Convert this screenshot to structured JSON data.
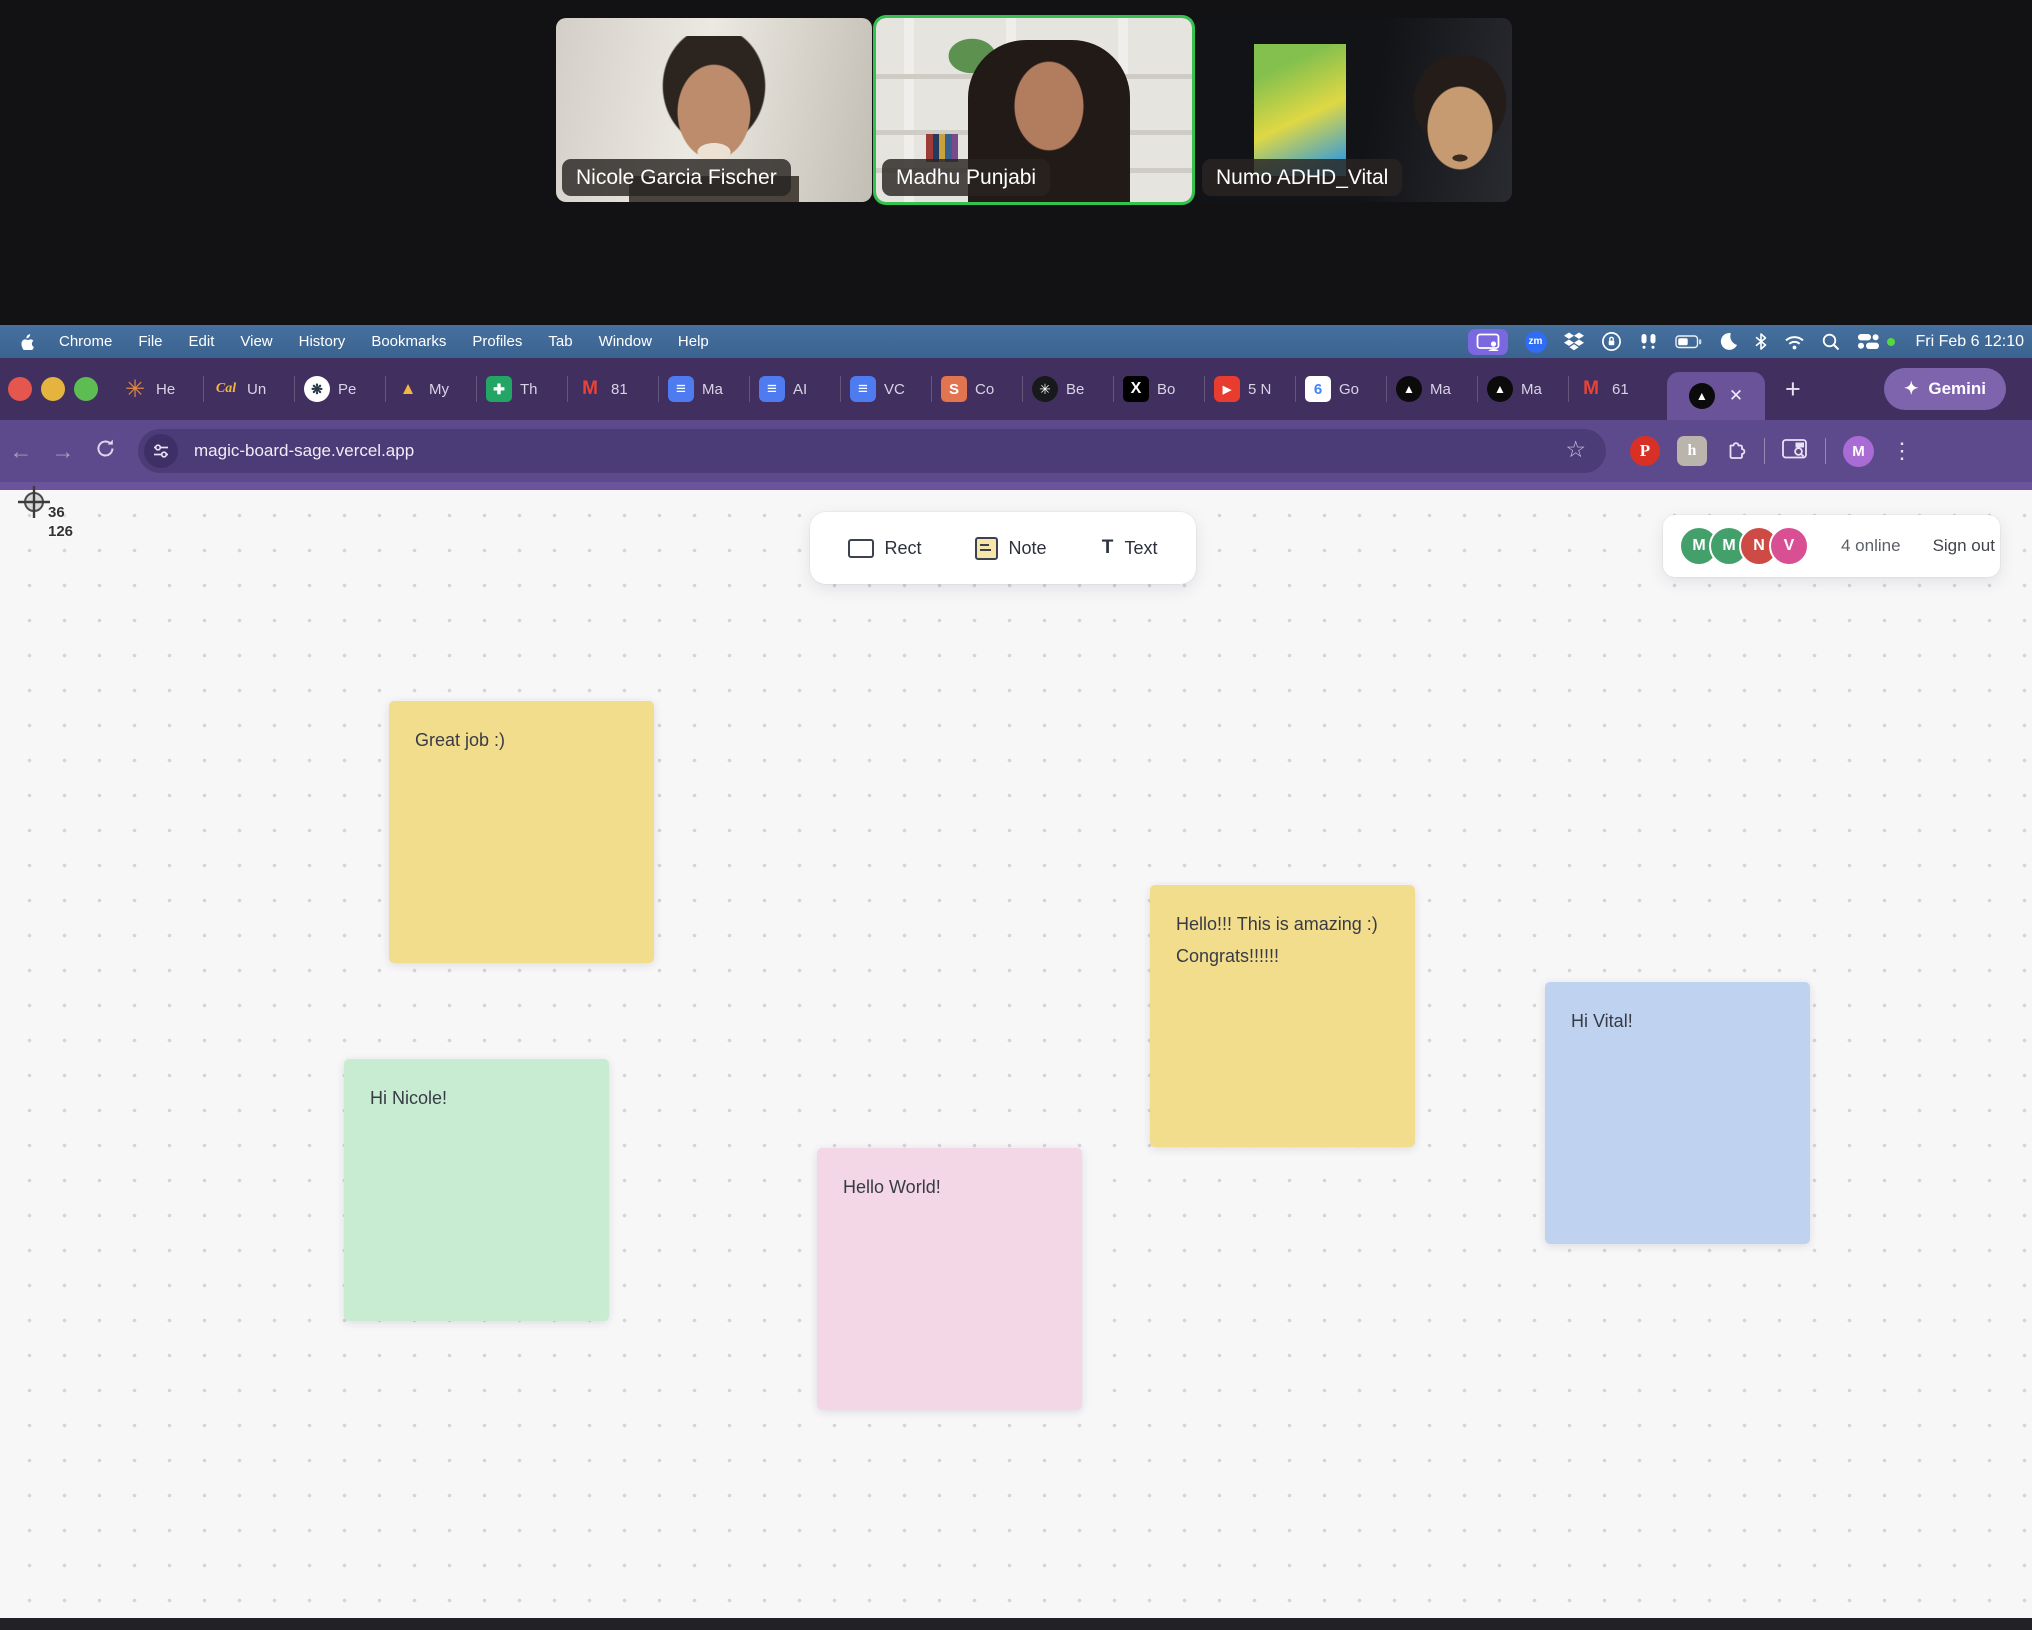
{
  "zoom_call": {
    "participants": [
      {
        "name": "Nicole Garcia Fischer",
        "classes": "tile-nicole"
      },
      {
        "name": "Madhu Punjabi",
        "classes": "tile-madhu active"
      },
      {
        "name": "Numo ADHD_Vital",
        "classes": "tile-numo"
      }
    ],
    "active_speaker": "Madhu Punjabi",
    "active_border_color": "#33c24d"
  },
  "menu_bar": {
    "menus": [
      "Chrome",
      "File",
      "Edit",
      "View",
      "History",
      "Bookmarks",
      "Profiles",
      "Tab",
      "Window",
      "Help"
    ],
    "zoom_badge": "zm",
    "status_icons": [
      "screenshare-icon",
      "zoom-app-icon",
      "dropbox-icon",
      "privacy-lock-icon",
      "airpods-icon",
      "battery-icon",
      "moon-icon",
      "bluetooth-icon",
      "wifi-icon",
      "search-icon",
      "user-switch-icon"
    ],
    "clock": "Fri Feb 6 12:10"
  },
  "chrome": {
    "theme": {
      "tab_strip_bg": "#41305f",
      "toolbar_bg": "#5d4a8c",
      "omnibox_bg": "#4b3b76",
      "active_tab_bg": "#6a5399",
      "gemini_bg": "#7d64ad"
    },
    "tabs": [
      {
        "label": "He",
        "icon": "starburst-orange-icon",
        "glyph": "✳"
      },
      {
        "label": "Un",
        "icon": "cal-icon",
        "glyph": "Cal"
      },
      {
        "label": "Pe",
        "icon": "peloton-icon",
        "glyph": "❋"
      },
      {
        "label": "My",
        "icon": "gdrive-icon",
        "glyph": "▲"
      },
      {
        "label": "Th",
        "icon": "gsheets-icon",
        "glyph": "✚"
      },
      {
        "label": "81",
        "icon": "gmail-icon",
        "glyph": "M"
      },
      {
        "label": "Ma",
        "icon": "gdocs-icon",
        "glyph": "≡"
      },
      {
        "label": "AI",
        "icon": "gdocs-icon",
        "glyph": "≡"
      },
      {
        "label": "VC",
        "icon": "gdocs-icon",
        "glyph": "≡"
      },
      {
        "label": "Co",
        "icon": "stripe-icon",
        "glyph": "S"
      },
      {
        "label": "Be",
        "icon": "starburst-dark-icon",
        "glyph": "✳"
      },
      {
        "label": "Bo",
        "icon": "x-icon",
        "glyph": "X"
      },
      {
        "label": "5 N",
        "icon": "youtube-icon",
        "glyph": "▶"
      },
      {
        "label": "Go",
        "icon": "gcal-icon",
        "glyph": "6"
      },
      {
        "label": "Ma",
        "icon": "vercel-icon",
        "glyph": "▲"
      },
      {
        "label": "Ma",
        "icon": "vercel-icon",
        "glyph": "▲"
      },
      {
        "label": "61",
        "icon": "gmail-icon",
        "glyph": "M"
      }
    ],
    "active_tab": {
      "icon": "vercel-icon",
      "glyph": "▲",
      "close_label": "✕"
    },
    "new_tab_label": "+",
    "gemini_button": {
      "glyph": "✦",
      "label": "Gemini"
    },
    "address_bar": {
      "url": "magic-board-sage.vercel.app",
      "back": "←",
      "forward": "→",
      "star": "☆"
    },
    "profile_initial": "M",
    "kebab": "⋮"
  },
  "board": {
    "cursor": {
      "x_label": "36",
      "y_label": "126"
    },
    "toolbar": [
      {
        "label": "Rect",
        "icon": "rect-tool-icon",
        "glyph": "",
        "name": "rect-tool-button"
      },
      {
        "label": "Note",
        "icon": "note-tool-icon",
        "glyph": "",
        "name": "note-tool-button"
      },
      {
        "label": "Text",
        "icon": "text-tool-icon",
        "glyph": "T",
        "name": "text-tool-button"
      }
    ],
    "presence": {
      "avatars": [
        {
          "initial": "M",
          "style": "background:#44a06b"
        },
        {
          "initial": "M",
          "style": "background:#44a06b"
        },
        {
          "initial": "N",
          "style": "background:#cd4a45"
        },
        {
          "initial": "V",
          "style": "background:#d84f93"
        }
      ],
      "online_text": "4 online",
      "sign_out_label": "Sign out"
    },
    "notes": [
      {
        "text": "Great job :)",
        "color": "#f2dd8d",
        "style": "left:389px;top:219px;background:#f2dd8d"
      },
      {
        "text": "Hi Nicole!",
        "color": "#c7ecd2",
        "style": "left:344px;top:577px;background:#c7ecd2"
      },
      {
        "text": "Hello World!",
        "color": "#f3d7e6",
        "style": "left:817px;top:666px;background:#f3d7e6"
      },
      {
        "text": "Hello!!! This is amazing :) Congrats!!!!!!",
        "color": "#f2dd8d",
        "style": "left:1150px;top:403px;background:#f2dd8d"
      },
      {
        "text": "Hi Vital!",
        "color": "#bfd3f0",
        "style": "left:1545px;top:500px;background:#bfd3f0"
      }
    ]
  }
}
